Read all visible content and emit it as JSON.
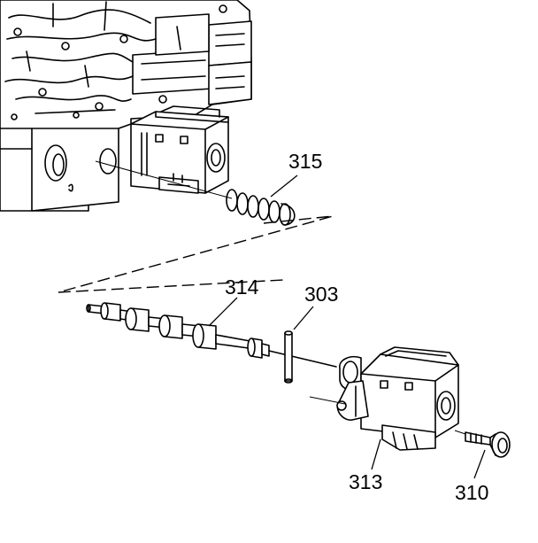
{
  "callouts": {
    "spring": "315",
    "valve": "314",
    "pin": "303",
    "solenoid": "313",
    "bolt": "310"
  },
  "colors": {
    "line": "#000000",
    "background": "#ffffff"
  }
}
